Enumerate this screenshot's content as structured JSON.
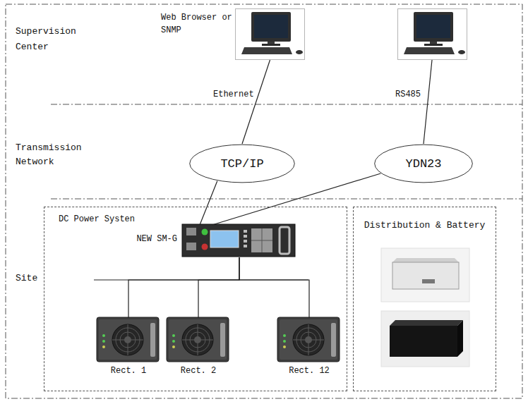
{
  "diagram": {
    "nodes": [
      {
        "text": [
          "Web Browser or SNMP"
        ]
      },
      {
        "text": [
          "TCP/IP"
        ]
      },
      {
        "text": [
          "YDN23"
        ]
      },
      {
        "text": [
          "DC Power Systen"
        ]
      },
      {
        "text": [
          "NEW SM-G"
        ],
        "in": 3
      },
      {
        "text": [
          "Rect. 1"
        ],
        "in": 3
      },
      {
        "text": [
          "Rect. 2"
        ],
        "in": 3
      },
      {
        "text": [
          "Rect. 12"
        ],
        "in": 3
      },
      {
        "text": [
          "Distribution & Battery"
        ]
      }
    ],
    "edges": [
      {
        "from": 0,
        "to": 1,
        "label": "Ethernet",
        "arrow": "none"
      },
      {
        "from": 1,
        "to": 4,
        "arrow": "none"
      },
      {
        "from": 2,
        "to": 4,
        "arrow": "none"
      },
      {
        "from": 4,
        "to": 5,
        "arrow": "none"
      },
      {
        "from": 4,
        "to": 6,
        "arrow": "none"
      },
      {
        "from": 4,
        "to": 7,
        "arrow": "none"
      }
    ],
    "labels": [
      "Supervision Center",
      "Transmission Network",
      "Site",
      "RS485"
    ]
  }
}
